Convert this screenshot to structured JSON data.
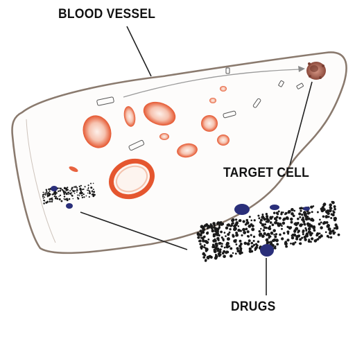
{
  "labels": {
    "blood_vessel": "BLOOD VESSEL",
    "target_cell": "TARGET CELL",
    "drugs": "DRUGS"
  },
  "colors": {
    "vessel_outline": "#8a7a6e",
    "rbc_fill": "#e8633f",
    "rbc_center": "#fbe4da",
    "drug_particle": "#2a2f7a",
    "nanotube_dot": "#1a1a1a",
    "leader_line": "#222222",
    "path_arrow": "#9a9a9a",
    "target_cell": "#b0604c"
  }
}
